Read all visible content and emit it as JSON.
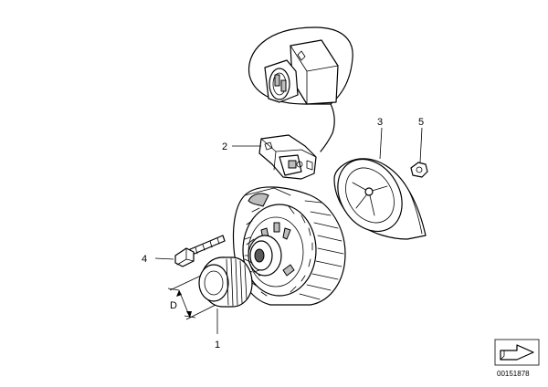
{
  "diagram": {
    "callouts": [
      {
        "id": "1",
        "label": "1"
      },
      {
        "id": "2",
        "label": "2"
      },
      {
        "id": "3",
        "label": "3"
      },
      {
        "id": "4",
        "label": "4"
      },
      {
        "id": "5",
        "label": "5"
      }
    ],
    "dimension_label": "D",
    "document_number": "00151878",
    "icons": {
      "nav": "page-arrow-icon"
    }
  }
}
